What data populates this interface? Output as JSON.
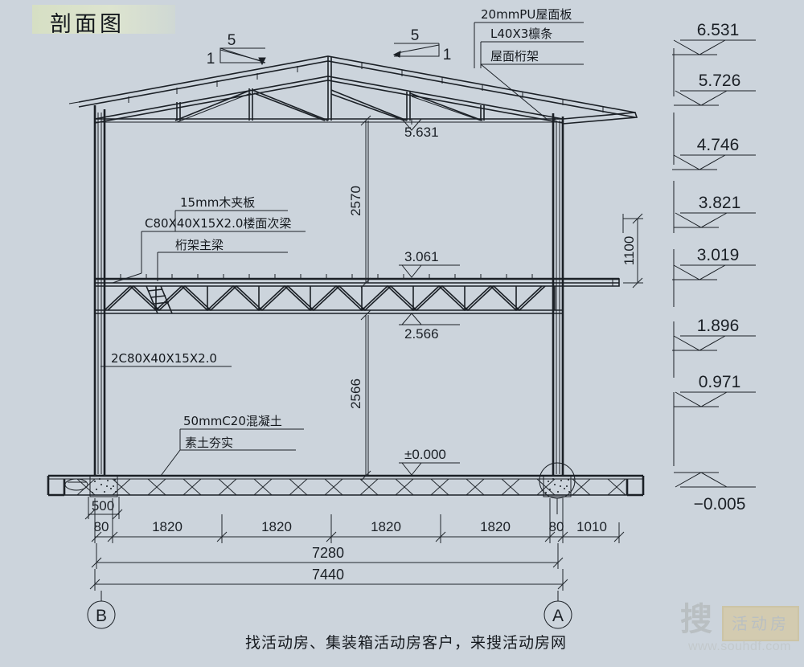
{
  "title": "剖面图",
  "caption": "找活动房、集装箱活动房客户，来搜活动房网",
  "logo": {
    "mark": "搜",
    "box": "活动房",
    "url": "www.souhdf.com"
  },
  "slope": {
    "left_rise": "1",
    "left_run": "5",
    "right_rise": "1",
    "right_run": "5"
  },
  "annotations_right": [
    {
      "label": "20mmPU屋面板"
    },
    {
      "label": "L40X3檩条"
    },
    {
      "label": "屋面桁架"
    }
  ],
  "annotations_left": [
    {
      "label": "15mm木夹板"
    },
    {
      "label": "C80X40X15X2.0楼面次梁"
    },
    {
      "label": "桁架主梁"
    }
  ],
  "annotations_lower_left": [
    {
      "label": "2C80X40X15X2.0"
    },
    {
      "label": "50mmC20混凝土"
    },
    {
      "label": "素土夯实"
    }
  ],
  "elevations_right": [
    {
      "value": "6.531",
      "dir": "down"
    },
    {
      "value": "5.726",
      "dir": "down"
    },
    {
      "value": "4.746",
      "dir": "down"
    },
    {
      "value": "3.821",
      "dir": "down"
    },
    {
      "value": "3.019",
      "dir": "down"
    },
    {
      "value": "1.896",
      "dir": "down"
    },
    {
      "value": "0.971",
      "dir": "down"
    },
    {
      "value": "−0.005",
      "dir": "up"
    }
  ],
  "elevations_interior": [
    {
      "value": "5.631"
    },
    {
      "value": "3.061"
    },
    {
      "value": "2.566"
    },
    {
      "value": "±0.000"
    }
  ],
  "vertical_dims": [
    {
      "value": "2570"
    },
    {
      "value": "2566"
    },
    {
      "value": "1100"
    }
  ],
  "bottom_dim_chain": [
    "80",
    "1820",
    "1820",
    "1820",
    "1820",
    "80",
    "1010"
  ],
  "footing_dim": "500",
  "overall_dims": [
    "7280",
    "7440"
  ],
  "grid_bubbles": [
    {
      "label": "B",
      "side": "left"
    },
    {
      "label": "A",
      "side": "right"
    }
  ],
  "colors": {
    "background": "#ccd4dc",
    "ink": "#1b2026",
    "title_banner": "#d6dfc4",
    "watermark": "#c3c9cc"
  }
}
